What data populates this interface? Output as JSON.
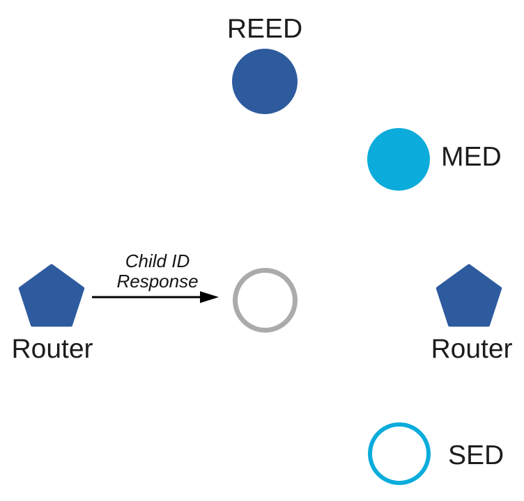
{
  "diagram": {
    "background_color": "#ffffff",
    "colors": {
      "router_blue": "#2e5b9e",
      "end_device_cyan": "#0bacdb",
      "joiner_gray": "#ababab",
      "text": "#1c1c1c",
      "arrow": "#000000"
    },
    "nodes": {
      "reed": {
        "label": "REED",
        "shape": "filled-circle",
        "color": "#2e5b9e",
        "label_position": "top"
      },
      "med": {
        "label": "MED",
        "shape": "filled-circle",
        "color": "#0bacdb",
        "label_position": "right"
      },
      "router_left": {
        "label": "Router",
        "shape": "pentagon",
        "color": "#2e5b9e",
        "label_position": "bottom"
      },
      "joiner": {
        "label": "",
        "shape": "outline-circle",
        "color": "#ababab",
        "label_position": "none"
      },
      "router_right": {
        "label": "Router",
        "shape": "pentagon",
        "color": "#2e5b9e",
        "label_position": "bottom"
      },
      "sed": {
        "label": "SED",
        "shape": "outline-circle",
        "color": "#0bacdb",
        "label_position": "right"
      }
    },
    "edge": {
      "from": "router_left",
      "to": "joiner",
      "type": "arrow",
      "label": "Child ID Response",
      "label_lines": [
        "Child ID",
        "Response"
      ],
      "color": "#000000"
    }
  }
}
